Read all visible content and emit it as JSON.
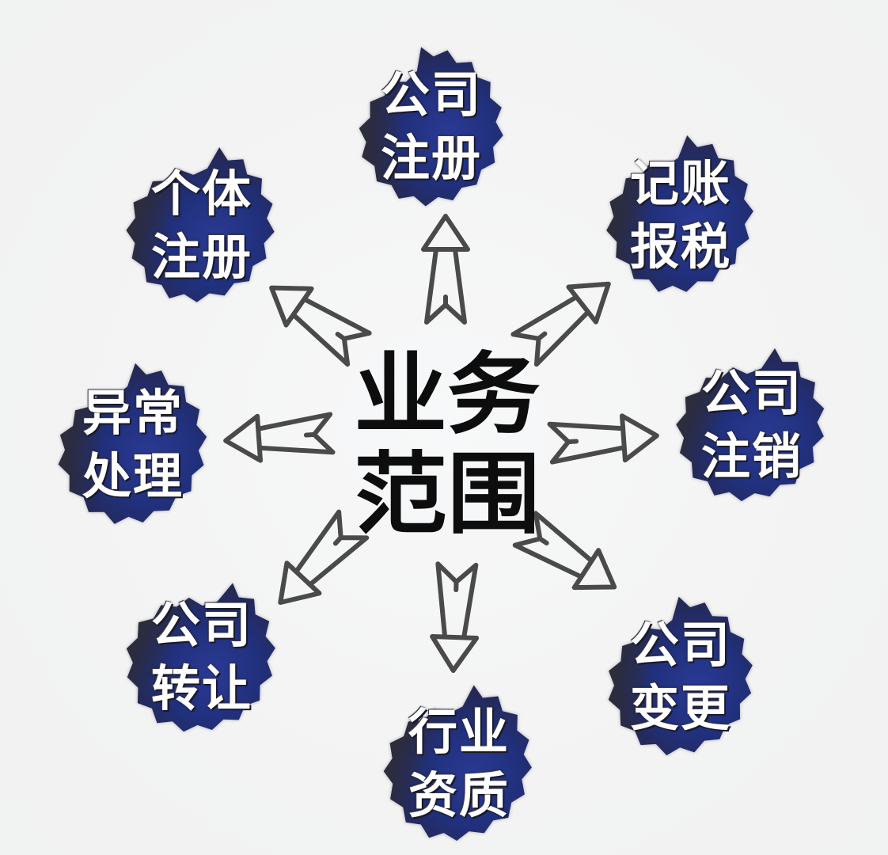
{
  "diagram": {
    "type": "radial-hub",
    "background_color": "#f3f3f3",
    "center": {
      "line1": "业务",
      "line2": "范围",
      "color": "#0d0d0d"
    },
    "badge_style": {
      "shape": "serrated-seal",
      "fill_dark": "#2a2a33",
      "fill_navy": "#1f2e7a",
      "text_color": "#ffffff"
    },
    "arrow_color": "#4a4a4a",
    "nodes": [
      {
        "id": "company-registration",
        "line1": "公司",
        "line2": "注册",
        "direction": "up"
      },
      {
        "id": "bookkeeping-tax",
        "line1": "记账",
        "line2": "报税",
        "direction": "up-right"
      },
      {
        "id": "company-deregistration",
        "line1": "公司",
        "line2": "注销",
        "direction": "right"
      },
      {
        "id": "company-change",
        "line1": "公司",
        "line2": "变更",
        "direction": "down-right"
      },
      {
        "id": "industry-qualification",
        "line1": "行业",
        "line2": "资质",
        "direction": "down"
      },
      {
        "id": "company-transfer",
        "line1": "公司",
        "line2": "转让",
        "direction": "down-left"
      },
      {
        "id": "abnormal-handling",
        "line1": "异常",
        "line2": "处理",
        "direction": "left"
      },
      {
        "id": "individual-registration",
        "line1": "个体",
        "line2": "注册",
        "direction": "up-left"
      }
    ]
  }
}
